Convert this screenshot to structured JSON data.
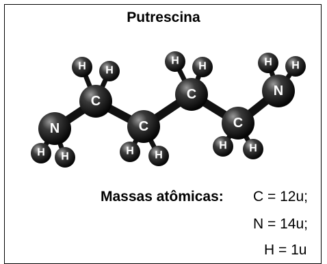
{
  "title": "Putrescina",
  "atoms": {
    "carbon_symbol": "C",
    "nitrogen_symbol": "N",
    "hydrogen_symbol": "H"
  },
  "masses": {
    "label": "Massas atômicas:",
    "items": [
      "C = 12u;",
      "N = 14u;",
      "H = 1u"
    ]
  },
  "colors": {
    "atom_dark": "#1a1a1a",
    "atom_highlight": "#8a8a8a",
    "bond": "#111111",
    "text": "#000000"
  }
}
